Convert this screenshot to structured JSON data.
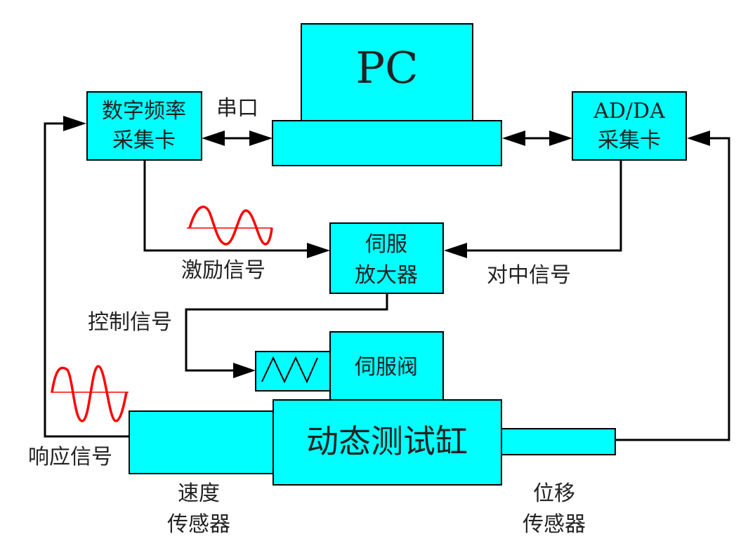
{
  "diagram": {
    "colors": {
      "block_fill": "#00ffff",
      "stroke": "#000000",
      "signal_wave": "#ff0000"
    },
    "blocks": {
      "pc": "PC",
      "freq_card_line1": "数字频率",
      "freq_card_line2": "采集卡",
      "adda_card_line1": "AD/DA",
      "adda_card_line2": "采集卡",
      "servo_amp_line1": "伺服",
      "servo_amp_line2": "放大器",
      "servo_valve": "伺服阀",
      "cylinder": "动态测试缸"
    },
    "labels": {
      "serial_port": "串口",
      "excitation_signal": "激励信号",
      "centering_signal": "对中信号",
      "control_signal": "控制信号",
      "response_signal": "响应信号",
      "velocity_sensor_line1": "速度",
      "velocity_sensor_line2": "传感器",
      "displacement_sensor_line1": "位移",
      "displacement_sensor_line2": "传感器"
    },
    "icons": [
      "sine-wave-icon",
      "sine-wave-icon",
      "triangle-wave-icon",
      "arrow-icon"
    ]
  }
}
